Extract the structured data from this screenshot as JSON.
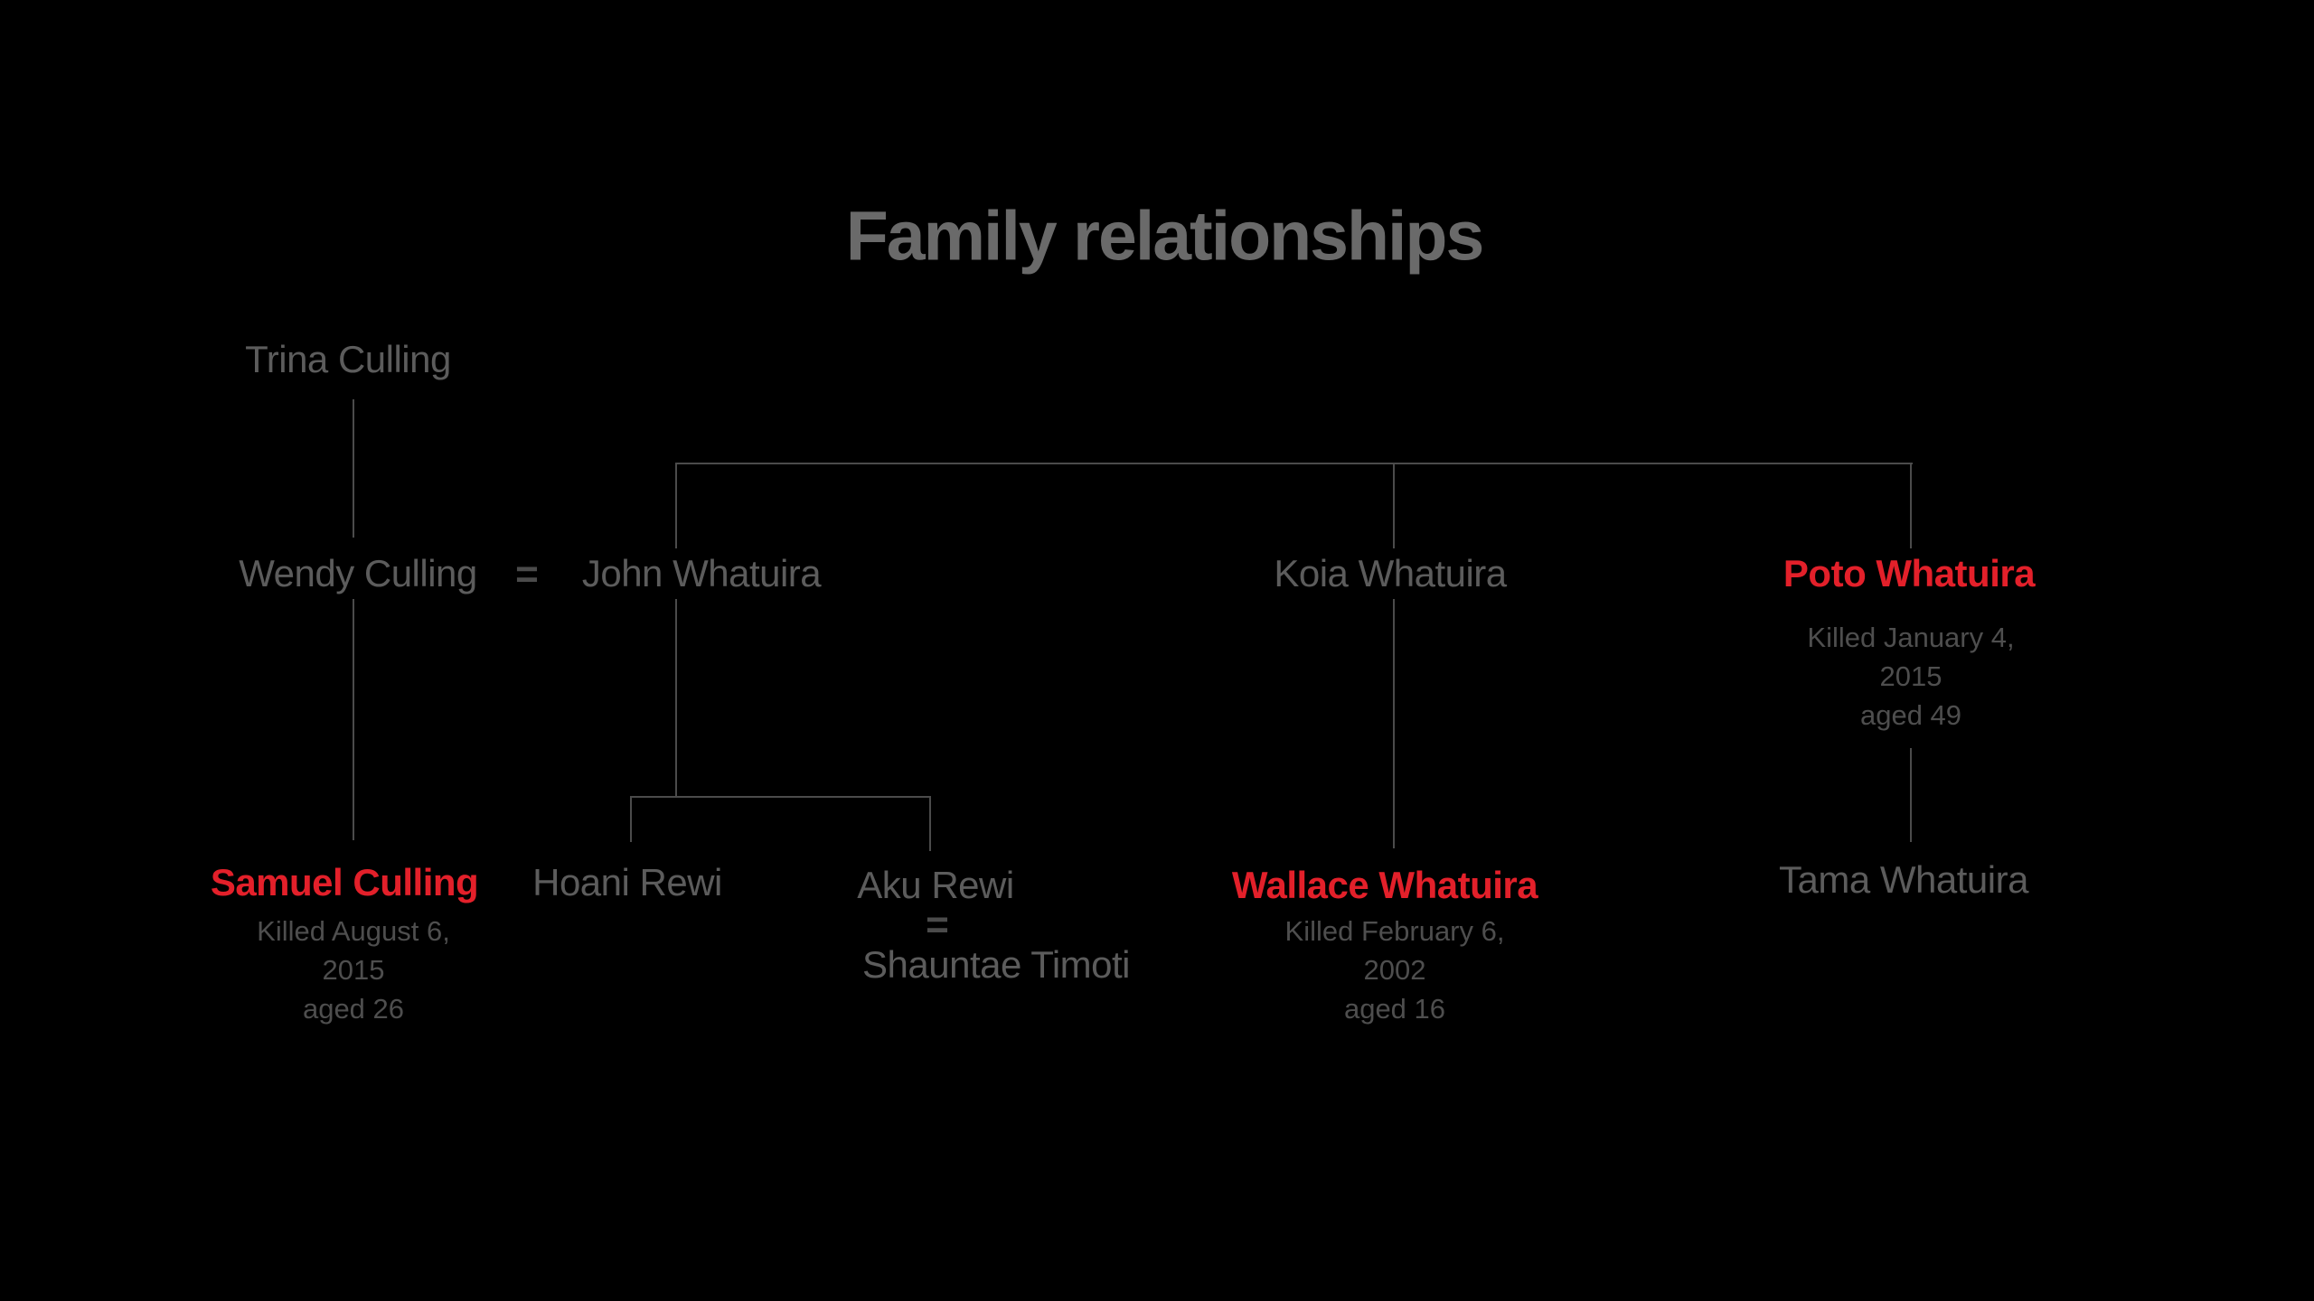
{
  "title": "Family relationships",
  "marriage_symbol": "=",
  "colors": {
    "background": "#000000",
    "title": "#6a6a6a",
    "name": "#5c5c5c",
    "caption": "#4e4e4e",
    "line": "#4b4b4b",
    "killed_highlight": "#e3202a"
  },
  "people": {
    "trina": {
      "name": "Trina Culling"
    },
    "wendy": {
      "name": "Wendy Culling"
    },
    "john": {
      "name": "John Whatuira"
    },
    "koia": {
      "name": "Koia Whatuira"
    },
    "poto": {
      "name": "Poto Whatuira",
      "death": [
        "Killed January 4,",
        "2015",
        "aged 49"
      ]
    },
    "samuel": {
      "name": "Samuel Culling",
      "death": [
        "Killed August 6,",
        "2015",
        "aged 26"
      ]
    },
    "hoani": {
      "name": "Hoani Rewi"
    },
    "aku": {
      "name": "Aku Rewi"
    },
    "shauntae": {
      "name": "Shauntae Timoti"
    },
    "wallace": {
      "name": "Wallace Whatuira",
      "death": [
        "Killed February 6,",
        "2002",
        "aged 16"
      ]
    },
    "tama": {
      "name": "Tama Whatuira"
    }
  }
}
